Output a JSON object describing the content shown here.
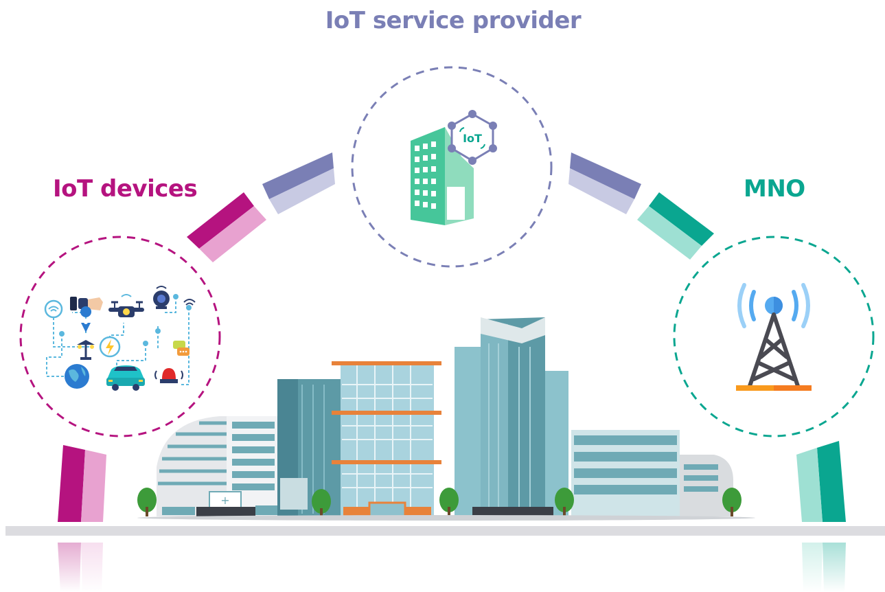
{
  "labels": {
    "provider": "IoT service provider",
    "devices": "IoT devices",
    "mno": "MNO",
    "iot_badge": "IoT"
  },
  "colors": {
    "provider": "#7a7fb5",
    "provider_light": "#c8cae3",
    "devices": "#b5137f",
    "devices_light": "#e8a2d0",
    "mno": "#0aa690",
    "mno_light": "#9ee0d3",
    "building_green": "#46c69a",
    "building_green_light": "#8fdcbd",
    "glass": "#6faab5",
    "ground": "#dcdce0",
    "tower": "#4a4a52",
    "signal": "#55aaf0",
    "tower_base": "#f99a1d"
  },
  "icons": [
    "iot-hexagon-icon",
    "wifi-icon",
    "smartwatch-icon",
    "drone-icon",
    "camera-icon",
    "location-pin-icon",
    "power-icon",
    "street-lamp-icon",
    "chat-icon",
    "globe-icon",
    "car-icon",
    "alarm-siren-icon",
    "cell-tower-icon",
    "signal-waves-icon",
    "tree-icon"
  ]
}
